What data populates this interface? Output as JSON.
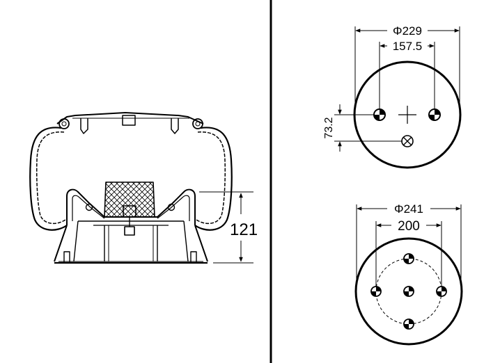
{
  "dimensions": {
    "side_height": "121",
    "top_outer_diameter": "Φ229",
    "top_bolt_spacing": "157.5",
    "top_offset": "73.2",
    "bottom_outer_diameter": "Φ241",
    "bottom_bolt_circle": "200"
  },
  "colors": {
    "line": "#000000",
    "background": "#ffffff"
  }
}
